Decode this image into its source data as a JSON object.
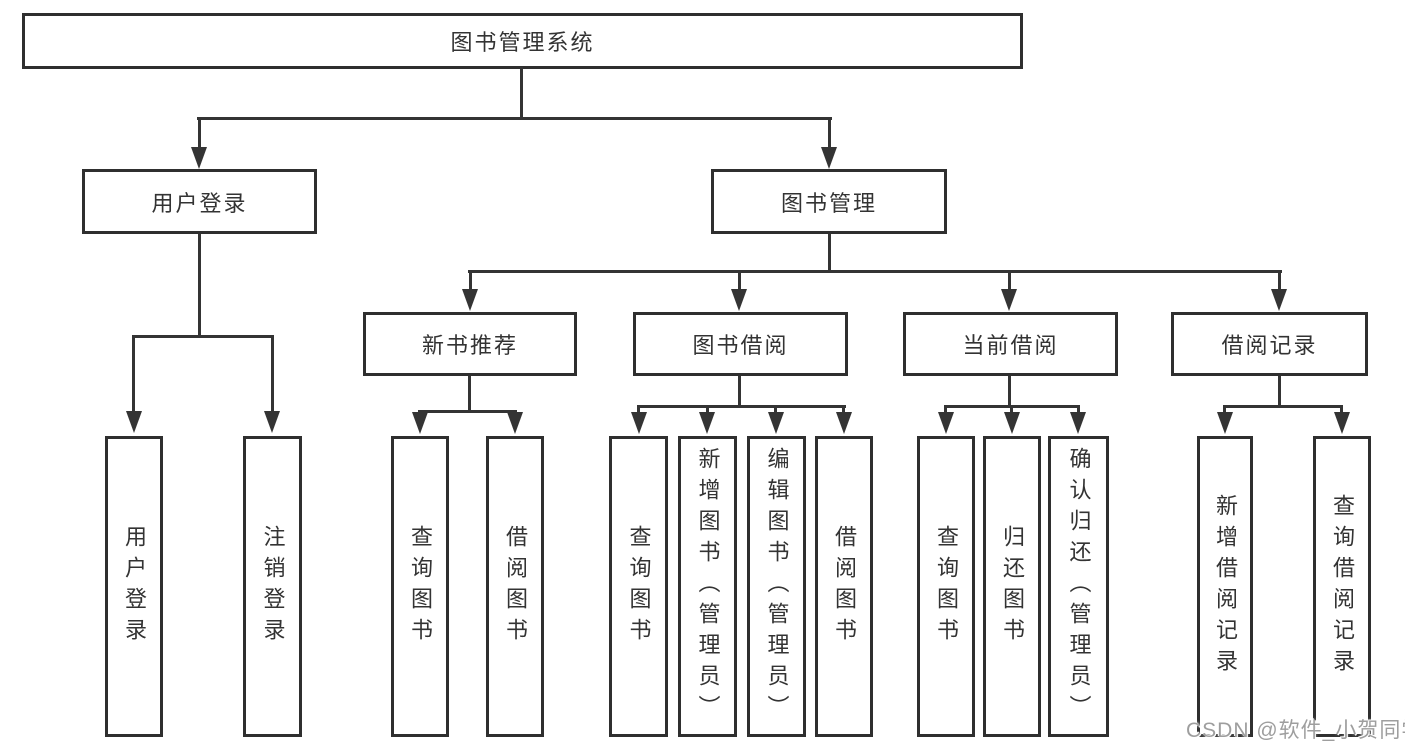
{
  "tree": {
    "label": "图书管理系统",
    "children": [
      {
        "label": "用户登录",
        "children": [
          {
            "label": "用户登录"
          },
          {
            "label": "注销登录"
          }
        ]
      },
      {
        "label": "图书管理",
        "children": [
          {
            "label": "新书推荐",
            "children": [
              {
                "label": "查询图书"
              },
              {
                "label": "借阅图书"
              }
            ]
          },
          {
            "label": "图书借阅",
            "children": [
              {
                "label": "查询图书"
              },
              {
                "label": "新增图书（管理员）"
              },
              {
                "label": "编辑图书（管理员）"
              },
              {
                "label": "借阅图书"
              }
            ]
          },
          {
            "label": "当前借阅",
            "children": [
              {
                "label": "查询图书"
              },
              {
                "label": "归还图书"
              },
              {
                "label": "确认归还（管理员）"
              }
            ]
          },
          {
            "label": "借阅记录",
            "children": [
              {
                "label": "新增借阅记录"
              },
              {
                "label": "查询借阅记录"
              }
            ]
          }
        ]
      }
    ]
  },
  "watermark": {
    "text": "CSDN @软件_小贺同学"
  },
  "colors": {
    "line": "#343434",
    "border": "#2f2f2f",
    "text": "#333333",
    "watermark": "#9e9e9e",
    "background": "#ffffff"
  }
}
